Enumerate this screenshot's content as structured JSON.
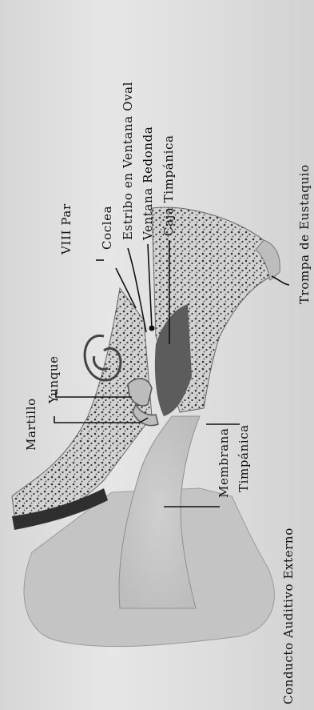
{
  "labels": {
    "conducto_auditivo_externo": "Conducto Auditivo Externo",
    "membrana_timpanica_line1": "Membrana",
    "membrana_timpanica_line2": "Timpánica",
    "martillo": "Martillo",
    "yunque": "Yunque",
    "viii_par": "VIII Par",
    "coclea": "Coclea",
    "estribo_ventana_oval": "Estribo en Ventana Oval",
    "ventana_redonda": "Ventana Redonda",
    "caja_timpanica": "Caja Timpánica",
    "trompa_de_eustaquio": "Trompa de Eustaquio"
  },
  "colors": {
    "background": "#e0e0e0",
    "tissue": "#c9c9c9",
    "bone_dots": "#3a3a3a",
    "cavity": "#5a5a5a",
    "leader_line": "#111111"
  }
}
